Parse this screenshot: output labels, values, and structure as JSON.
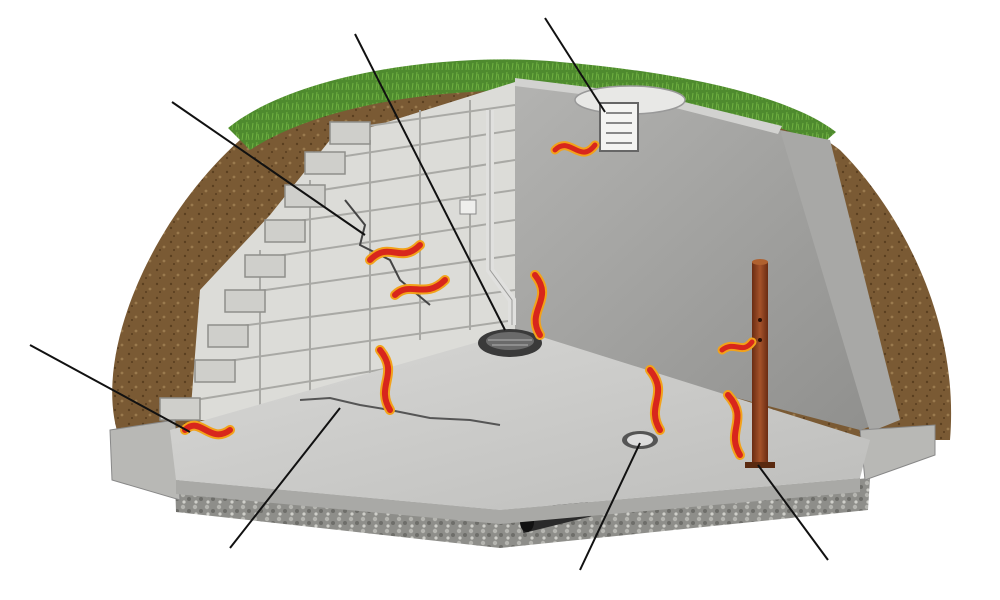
{
  "diagram": {
    "subject": "basement-cutaway",
    "components": [
      "soil-embankment",
      "grass-top",
      "concrete-block-wall",
      "poured-concrete-wall",
      "basement-window-well",
      "sump-pit",
      "sump-discharge-pipe",
      "concrete-floor-slab",
      "gravel-base",
      "footing",
      "floor-drain",
      "support-post",
      "drain-tile-pipe",
      "floor-crack",
      "wall-crack"
    ],
    "callouts": [
      "window-well-callout",
      "sump-callout",
      "block-wall-crack-callout",
      "wall-floor-joint-callout",
      "floor-crack-callout",
      "floor-drain-callout",
      "support-post-callout"
    ],
    "moisture_arrows": 9
  },
  "colors": {
    "grass": "#4e8a2e",
    "soil": "#7a5a34",
    "concrete": "#c9c9c7",
    "block": "#dcdcd8",
    "gravel": "#9a9a96",
    "arrow_red": "#d8261c",
    "arrow_orange": "#f2a21a",
    "post": "#8a3f1c",
    "callout_line": "#111111"
  }
}
